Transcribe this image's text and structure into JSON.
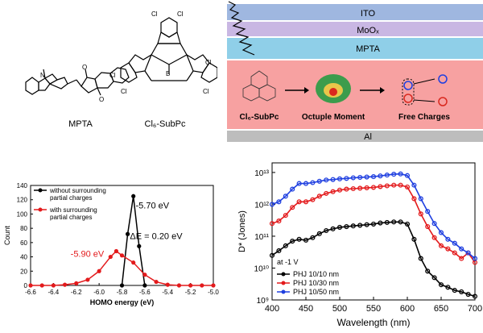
{
  "panel_a": {
    "mpta_label": "MPTA",
    "subpc_label": "Cl₆-SubPc",
    "atoms": {
      "n": "N",
      "b": "B",
      "cl": "Cl",
      "o": "O"
    }
  },
  "panel_b": {
    "layers": [
      "ITO",
      "MoOₓ",
      "MPTA",
      "Al"
    ],
    "subpc_label": "Cl₆-SubPc",
    "moment_label": "Octuple Moment",
    "charges_label": "Free Charges",
    "colors": {
      "ito": "#9fb7e0",
      "moox": "#c9b7e3",
      "mpta": "#8fcfe8",
      "active": "#f7a1a1",
      "al": "#bdbdbd"
    }
  },
  "chart_data": [
    {
      "type": "line",
      "xlabel": "HOMO energy (eV)",
      "ylabel": "Count",
      "xlim": [
        -6.6,
        -5.0
      ],
      "ylim": [
        0,
        140
      ],
      "xticks": [
        -6.6,
        -6.4,
        -6.2,
        -6.0,
        -5.8,
        -5.6,
        -5.4,
        -5.2,
        -5.0
      ],
      "yticks": [
        0,
        20,
        40,
        60,
        80,
        100,
        120,
        140
      ],
      "legend_position": "top-left",
      "series": [
        {
          "name": "without surrounding partial charges",
          "color": "#000000",
          "x": [
            -5.8,
            -5.75,
            -5.7,
            -5.65,
            -5.6
          ],
          "y": [
            0,
            72,
            125,
            55,
            0
          ]
        },
        {
          "name": "with surrounding partial charges",
          "color": "#e31a1c",
          "x": [
            -6.6,
            -6.5,
            -6.4,
            -6.3,
            -6.2,
            -6.1,
            -6.0,
            -5.9,
            -5.85,
            -5.8,
            -5.7,
            -5.6,
            -5.5,
            -5.4,
            -5.3,
            -5.2,
            -5.1,
            -5.0
          ],
          "y": [
            0,
            0,
            0,
            1,
            3,
            8,
            20,
            40,
            48,
            42,
            32,
            15,
            5,
            1,
            0,
            0,
            0,
            0
          ]
        }
      ],
      "annotations": {
        "black_peak": "-5.70 eV",
        "red_peak": "-5.90 eV",
        "delta": "ΔE = 0.20 eV"
      }
    },
    {
      "type": "line",
      "xlabel": "Wavelength (nm)",
      "ylabel": "D* (Jones)",
      "yscale": "log",
      "xlim": [
        400,
        700
      ],
      "ylim": [
        1000000000.0,
        20000000000000.0
      ],
      "xticks": [
        400,
        450,
        500,
        550,
        600,
        650,
        700
      ],
      "ytick_labels": [
        "10⁹",
        "10¹⁰",
        "10¹¹",
        "10¹²",
        "10¹³"
      ],
      "legend_position": "bottom-left",
      "legend_title": "at -1 V",
      "series": [
        {
          "name": "PHJ 10/10 nm",
          "color": "#000000",
          "x": [
            400,
            410,
            420,
            430,
            440,
            450,
            460,
            470,
            480,
            490,
            500,
            510,
            520,
            530,
            540,
            550,
            560,
            570,
            580,
            590,
            600,
            610,
            620,
            630,
            640,
            650,
            660,
            670,
            680,
            690,
            700
          ],
          "y": [
            25000000000.0,
            35000000000.0,
            50000000000.0,
            70000000000.0,
            80000000000.0,
            75000000000.0,
            90000000000.0,
            120000000000.0,
            150000000000.0,
            170000000000.0,
            190000000000.0,
            200000000000.0,
            210000000000.0,
            220000000000.0,
            230000000000.0,
            240000000000.0,
            260000000000.0,
            270000000000.0,
            280000000000.0,
            280000000000.0,
            240000000000.0,
            80000000000.0,
            20000000000.0,
            8000000000.0,
            5000000000.0,
            3000000000.0,
            2500000000.0,
            2000000000.0,
            1800000000.0,
            1500000000.0,
            1300000000.0
          ]
        },
        {
          "name": "PHJ 10/30 nm",
          "color": "#e31a1c",
          "x": [
            400,
            410,
            420,
            430,
            440,
            450,
            460,
            470,
            480,
            490,
            500,
            510,
            520,
            530,
            540,
            550,
            560,
            570,
            580,
            590,
            600,
            610,
            620,
            630,
            640,
            650,
            660,
            670,
            680,
            690,
            700
          ],
          "y": [
            250000000000.0,
            300000000000.0,
            450000000000.0,
            800000000000.0,
            1200000000000.0,
            1200000000000.0,
            1400000000000.0,
            1800000000000.0,
            2200000000000.0,
            2500000000000.0,
            2800000000000.0,
            3000000000000.0,
            3100000000000.0,
            3200000000000.0,
            3300000000000.0,
            3400000000000.0,
            3600000000000.0,
            3800000000000.0,
            4000000000000.0,
            4000000000000.0,
            3500000000000.0,
            1500000000000.0,
            500000000000.0,
            200000000000.0,
            90000000000.0,
            50000000000.0,
            40000000000.0,
            30000000000.0,
            20000000000.0,
            30000000000.0,
            15000000000.0
          ]
        },
        {
          "name": "PHJ 10/50 nm",
          "color": "#1f3fe0",
          "x": [
            400,
            410,
            420,
            430,
            440,
            450,
            460,
            470,
            480,
            490,
            500,
            510,
            520,
            530,
            540,
            550,
            560,
            570,
            580,
            590,
            600,
            610,
            620,
            630,
            640,
            650,
            660,
            670,
            680,
            690,
            700
          ],
          "y": [
            1000000000000.0,
            1200000000000.0,
            1800000000000.0,
            3000000000000.0,
            4500000000000.0,
            4500000000000.0,
            4800000000000.0,
            5300000000000.0,
            5800000000000.0,
            6000000000000.0,
            6300000000000.0,
            6500000000000.0,
            6800000000000.0,
            7000000000000.0,
            7200000000000.0,
            7400000000000.0,
            7800000000000.0,
            8300000000000.0,
            8800000000000.0,
            9000000000000.0,
            8000000000000.0,
            4000000000000.0,
            1500000000000.0,
            600000000000.0,
            250000000000.0,
            130000000000.0,
            80000000000.0,
            60000000000.0,
            40000000000.0,
            30000000000.0,
            20000000000.0
          ]
        }
      ]
    }
  ]
}
